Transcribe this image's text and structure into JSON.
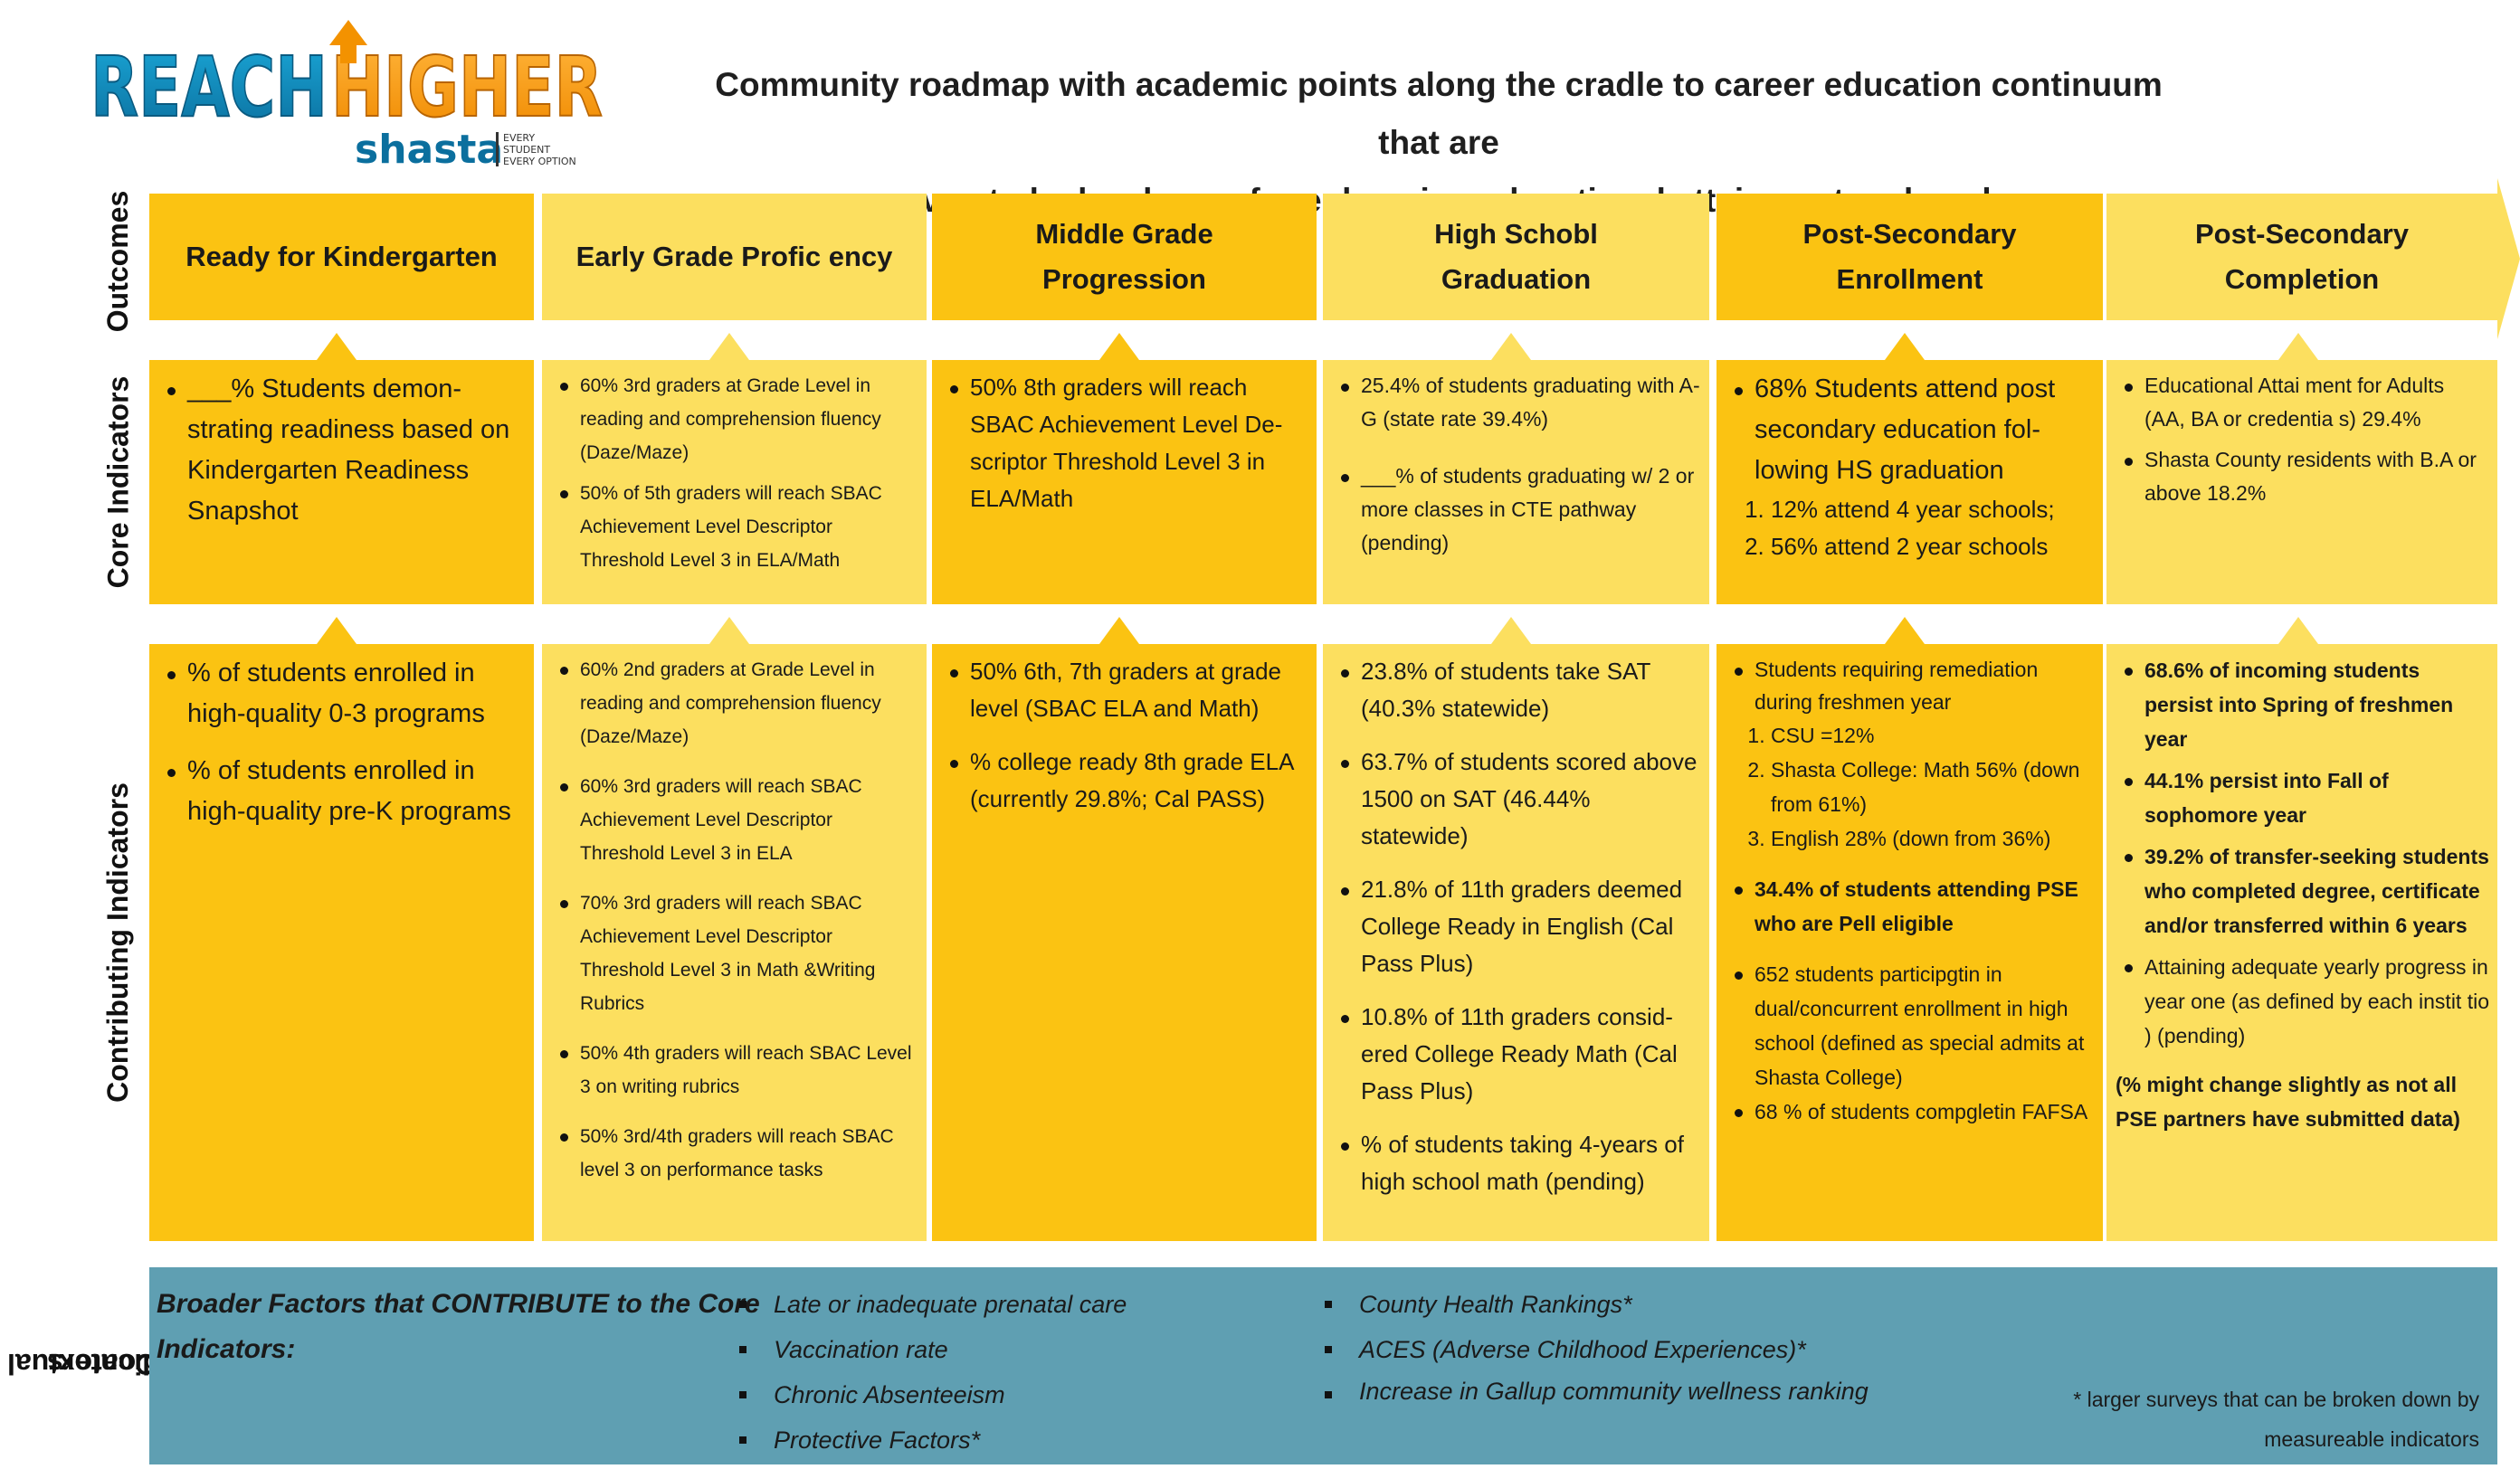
{
  "logo": {
    "word1": "REACH",
    "word2": "HIGHER",
    "word3": "shasta",
    "tag1": "EVERY",
    "tag2": "STUDENT",
    "tag3": "EVERY OPTION"
  },
  "title_line1": "Community roadmap with academic points along the cradle to career education continuum that are",
  "title_line2": "proven to be key levers for enhancing educational attainment and goals",
  "row_labels": {
    "outcomes": "Outcomes",
    "core": "Core Indicators",
    "contributing": "Contributing Indicators",
    "contextual_1": "Contextual",
    "contextual_2": "Indicators"
  },
  "colors": {
    "dark_yellow": "#fbc312",
    "light_yellow": "#fcdf5f",
    "contextual_blue": "#5f9fb2"
  },
  "outcomes": [
    {
      "line1": "Ready for Kindergarten",
      "line2": ""
    },
    {
      "line1": "Early Grade Profic ency",
      "line2": ""
    },
    {
      "line1": "Middle Grade",
      "line2": "Progression"
    },
    {
      "line1": "High Schobl",
      "line2": "Graduation"
    },
    {
      "line1": "Post-Secondary",
      "line2": "Enrollment"
    },
    {
      "line1": "Post-Secondary",
      "line2": "Completion"
    }
  ],
  "core": {
    "c1": [
      "___% Students demon-strating readiness based on Kindergarten Readiness Snapshot"
    ],
    "c2": [
      "60% 3rd graders at Grade Level in reading and comprehension fluency (Daze/Maze)",
      "50% of 5th graders will reach SBAC Achievement Level Descriptor Threshold Level 3 in ELA/Math"
    ],
    "c3": [
      "50% 8th graders will reach SBAC Achievement Level De-scriptor Threshold Level 3 in ELA/Math"
    ],
    "c4": [
      "25.4% of students graduating with A-G (state rate 39.4%)",
      "___% of students graduating w/ 2 or more classes in CTE pathway (pending)"
    ],
    "c5": {
      "bullet": "68% Students attend post secondary education fol-lowing HS graduation",
      "numbered": [
        "12% attend 4 year schools;",
        "56% attend 2 year schools"
      ]
    },
    "c6": [
      "Educational Attai ment for Adults (AA, BA or credentia s) 29.4%",
      "Shasta County residents with B.A or above 18.2%"
    ]
  },
  "contributing": {
    "c1": [
      "% of students enrolled in high-quality 0-3 programs",
      "% of students enrolled in high-quality pre-K programs"
    ],
    "c2": [
      "60% 2nd graders at Grade Level in reading and comprehension fluency (Daze/Maze)",
      "60% 3rd graders will reach SBAC Achievement Level Descriptor Threshold Level 3 in ELA",
      "70% 3rd graders will reach SBAC Achievement Level Descriptor Threshold Level 3 in Math &Writing Rubrics",
      "50% 4th graders will reach SBAC Level 3 on writing rubrics",
      "50% 3rd/4th graders will reach SBAC level 3 on performance tasks"
    ],
    "c3": [
      "50% 6th, 7th graders at grade level (SBAC ELA and Math)",
      "% college ready 8th grade ELA (currently 29.8%; Cal PASS)"
    ],
    "c4": [
      "23.8% of students take SAT (40.3% statewide)",
      "63.7% of students scored above 1500 on SAT (46.44% statewide)",
      "21.8% of 11th graders deemed College Ready in English (Cal Pass Plus)",
      "10.8% of 11th graders consid-ered College Ready Math (Cal Pass Plus)",
      "% of students taking 4-years of high school math (pending)"
    ],
    "c5": {
      "first": "Students requiring remediation during freshmen year",
      "numbered": [
        "CSU =12%",
        "Shasta College: Math 56% (down from 61%)",
        "English 28% (down from 36%)"
      ],
      "rest": [
        "34.4% of students attending PSE who are Pell eligible",
        "652 students participgtin in dual/concurrent enrollment in high school (defined as special admits at Shasta College)",
        "68 % of students compgletin FAFSA"
      ]
    },
    "c6": {
      "bullets": [
        "68.6% of incoming students persist into Spring of freshmen year",
        "44.1% persist into Fall of sophomore year",
        "39.2% of transfer-seeking students who completed degree, certificate and/or transferred within 6 years",
        "Attaining adequate yearly progress in year one (as defined by each instit tio ) (pending)"
      ],
      "note": "(% might change slightly as not all PSE partners have submitted data)"
    }
  },
  "contextual": {
    "heading": "Broader Factors that CONTRIBUTE to the Core Indicators:",
    "list1": [
      "Late or inadequate prenatal care",
      "Vaccination rate",
      "Chronic Absenteeism",
      "Protective Factors*"
    ],
    "list2": [
      "County Health Rankings*",
      "ACES (Adverse Childhood Experiences)*",
      "Increase in Gallup community wellness ranking"
    ],
    "note": "* larger surveys that can be broken down by measureable indicators"
  }
}
